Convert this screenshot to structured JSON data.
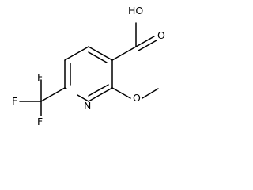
{
  "structure": {
    "atoms": {
      "hydroxyl": "HO",
      "carbonyl_oxygen": "O",
      "ring_nitrogen": "N",
      "ether_oxygen": "O",
      "fluorine_top": "F",
      "fluorine_left": "F",
      "fluorine_bottom": "F"
    }
  }
}
